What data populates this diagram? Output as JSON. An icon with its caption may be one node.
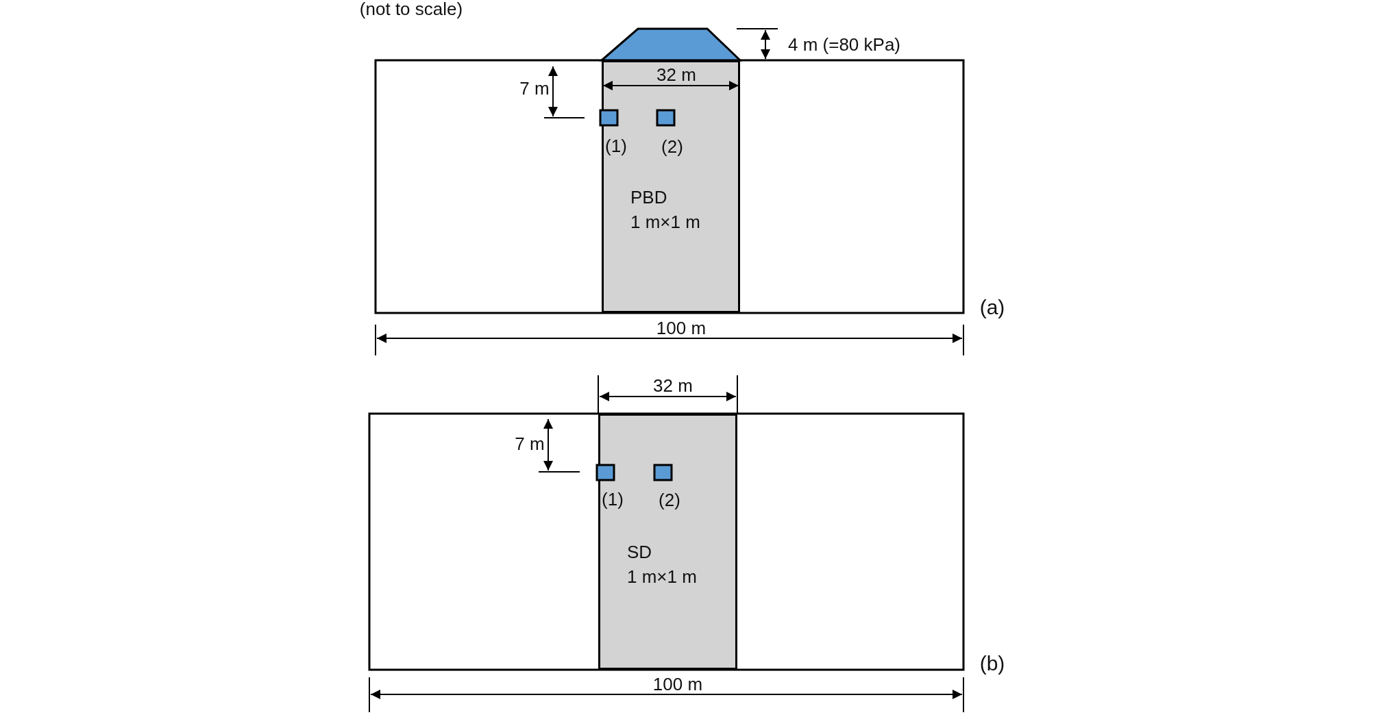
{
  "diagram": {
    "nodes": [
      {
        "text": [
          "PBD",
          "1 m×1 m"
        ]
      },
      {
        "text": [
          "SD",
          "1 m×1 m"
        ]
      }
    ],
    "edges": [],
    "labels": [
      "(not to scale)",
      "4 m (=80 kPa)",
      "7 m",
      "32 m",
      "(1)",
      "(2)",
      "(a)",
      "100 m",
      "32 m",
      "7 m",
      "(1)",
      "(2)",
      "(b)",
      "100 m"
    ]
  }
}
